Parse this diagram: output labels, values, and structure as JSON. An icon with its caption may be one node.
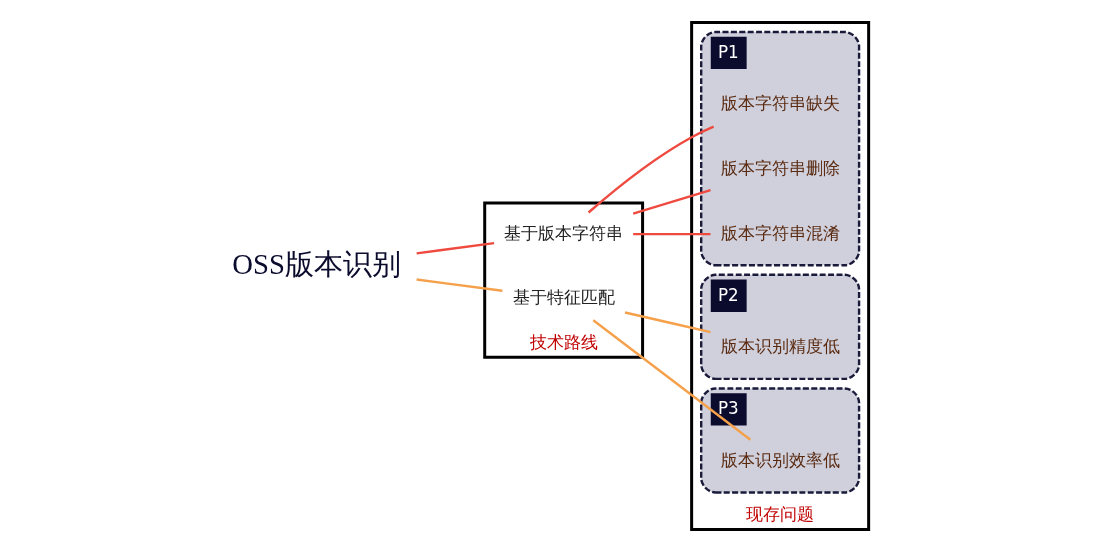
{
  "diagram": {
    "nodes": [
      {
        "text": [
          "OSS版本识别"
        ]
      },
      {
        "text": [
          "技术路线"
        ]
      },
      {
        "text": [
          "基于版本字符串"
        ],
        "in": 1
      },
      {
        "text": [
          "基于特征匹配"
        ],
        "in": 1
      },
      {
        "text": [
          "现存问题"
        ]
      },
      {
        "text": [
          "P1"
        ],
        "in": 4
      },
      {
        "text": [
          "版本字符串缺失"
        ],
        "in": 5
      },
      {
        "text": [
          "版本字符串删除"
        ],
        "in": 5
      },
      {
        "text": [
          "版本字符串混淆"
        ],
        "in": 5
      },
      {
        "text": [
          "P2"
        ],
        "in": 4
      },
      {
        "text": [
          "版本识别精度低"
        ],
        "in": 9
      },
      {
        "text": [
          "P3"
        ],
        "in": 4
      },
      {
        "text": [
          "版本识别效率低"
        ],
        "in": 11
      }
    ],
    "edges": [
      {
        "from": 0,
        "to": 2,
        "arrow": "none"
      },
      {
        "from": 0,
        "to": 3,
        "arrow": "none",
        "color": "#f5a04a"
      },
      {
        "from": 2,
        "to": 6,
        "arrow": "none"
      },
      {
        "from": 2,
        "to": 7,
        "arrow": "none"
      },
      {
        "from": 2,
        "to": 8,
        "arrow": "none"
      },
      {
        "from": 3,
        "to": 10,
        "arrow": "none",
        "color": "#f5a04a"
      },
      {
        "from": 3,
        "to": 12,
        "arrow": "none",
        "color": "#f5a04a"
      }
    ]
  }
}
